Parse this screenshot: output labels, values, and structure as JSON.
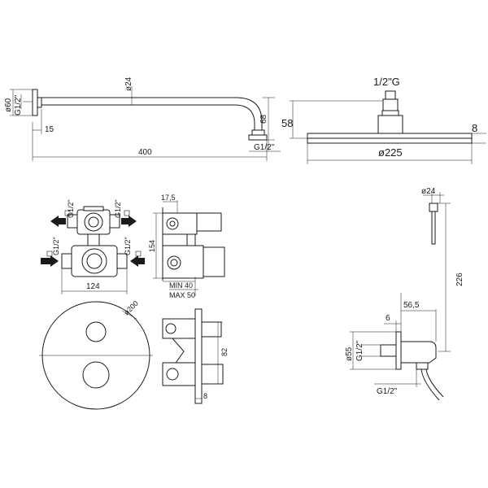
{
  "shower_arm": {
    "flange_dia": "ø60",
    "flange_thread": "G1/2\"",
    "tube_dia": "ø24",
    "flange_depth": "15",
    "length": "400",
    "drop": "68",
    "outlet_thread": "G1/2\""
  },
  "shower_head": {
    "connection": "1/2\"G",
    "height": "58",
    "thickness": "8",
    "diameter": "ø225"
  },
  "valve_body": {
    "top_left_thread": "G1/2\"",
    "top_right_thread": "G1/2\"",
    "bottom_left_thread": "G1/2\"",
    "bottom_right_thread": "G1/2\"",
    "width": "124"
  },
  "valve_side": {
    "depth_top": "17,5",
    "height": "154",
    "min_depth": "MIN 40",
    "max_depth": "MAX 50"
  },
  "plate": {
    "diameter": "ø200"
  },
  "plate_side": {
    "projection": "82",
    "plate_thickness": "8"
  },
  "hand_shower": {
    "handle_dia": "ø24",
    "length": "226",
    "outlet_offset": "56,5",
    "elbow_depth": "6",
    "wall_outlet_dia": "ø55",
    "wall_outlet_thread": "G1/2\"",
    "hose_thread": "G1/2\""
  }
}
